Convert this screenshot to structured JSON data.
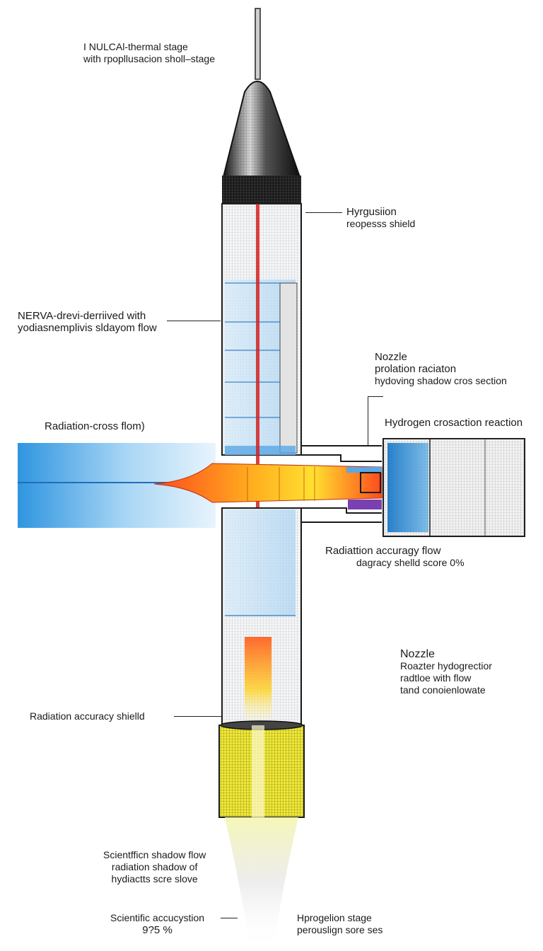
{
  "labels": {
    "top_title": {
      "line1": "I NULCAl-thermal stage",
      "line2": "with rpopllusacion sholl–stage"
    },
    "hyrgusiion": {
      "line1": "Hyrgusiion",
      "line2": "reopesss shield"
    },
    "nerva": {
      "line1": "NERVA-drevi-derriived with",
      "line2": "yodiasnemplivis sldayom flow"
    },
    "nozzle_top": {
      "line1": "Nozzle",
      "line2": "prolation raciaton",
      "line3": "hydoving shadow cros section"
    },
    "radiation_cross": {
      "line1": "Radiation-cross flom)"
    },
    "hydrogen_reaction": {
      "line1": "Hydrogen crosaction reaction"
    },
    "accuracy_flow": {
      "line1": "Radiattion accuragy flow",
      "line2": "dagracy shelld score 0%"
    },
    "nozzle_mid": {
      "line1": "Nozzle",
      "line2": "Roazter hydogrectior",
      "line3": "radtloe with flow",
      "line4": "tand conoienlowate"
    },
    "accuracy_shield": {
      "line1": "Radiation accuracy shielld"
    },
    "shadow_flow": {
      "line1": "Scientfficn shadow flow",
      "line2": "radiation shadow of",
      "line3": "hydiactts scre slove"
    },
    "accucystion": {
      "line1": "Scientific accucystion",
      "line2": "9?5 %"
    },
    "hyprogelion": {
      "line1": "Hprogelion stage",
      "line2": "perouslign sore ses"
    }
  },
  "colors": {
    "outline": "#1a1a1a",
    "mesh": "#8a8a8a",
    "coolant_blue": "#5aa8e6",
    "exhaust_hot": "#ff3b1a",
    "exhaust_warm": "#ffd21f",
    "fuel_yellow": "#e8e020",
    "reactor_blue": "#2f8fd6",
    "accent_purple": "#7a3fb0"
  }
}
